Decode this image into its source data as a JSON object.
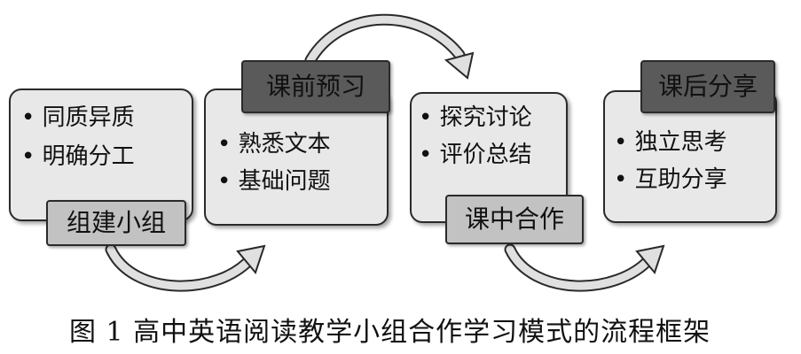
{
  "stages": [
    {
      "label": "组建小组",
      "items": [
        "• 同质异质",
        "• 明确分工"
      ]
    },
    {
      "label": "课前预习",
      "items": [
        "• 熟悉文本",
        "• 基础问题"
      ]
    },
    {
      "label": "课中合作",
      "items": [
        "• 探究讨论",
        "• 评价总结"
      ]
    },
    {
      "label": "课后分享",
      "items": [
        "• 独立思考",
        "• 互助分享"
      ]
    }
  ],
  "caption": "图 1 高中英语阅读教学小组合作学习模式的流程框架",
  "colors": {
    "box_fill": "#e8e8e8",
    "label_light": "#c2c2c2",
    "label_dark": "#5a5a5a",
    "outline": "#2a2a2a"
  }
}
